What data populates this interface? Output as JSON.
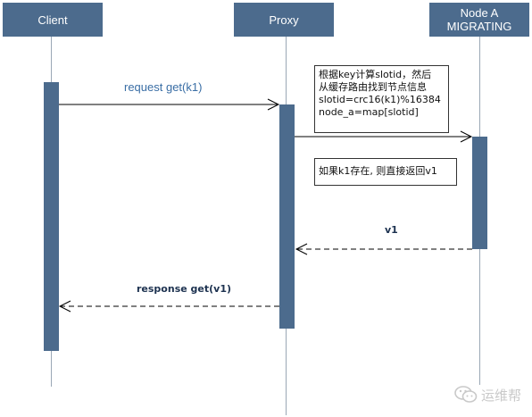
{
  "participants": {
    "client": "Client",
    "proxy": "Proxy",
    "node_a_line1": "Node A",
    "node_a_line2": "MIGRATING"
  },
  "messages": {
    "request": "request get(k1)",
    "v1": "v1",
    "response": "response get(v1)"
  },
  "notes": {
    "compute": {
      "line1": "根据key计算slotid，然后",
      "line2": "从缓存路由找到节点信息",
      "line3": "slotid=crc16(k1)%16384",
      "line4": "node_a=map[slotid]"
    },
    "exists": "如果k1存在, 则直接返回v1"
  },
  "watermark": "运维帮",
  "colors": {
    "participant_fill": "#4c6b8d",
    "lifeline": "#9aa7b5",
    "message_label": "#3a6ea5",
    "arrow": "#000000"
  }
}
